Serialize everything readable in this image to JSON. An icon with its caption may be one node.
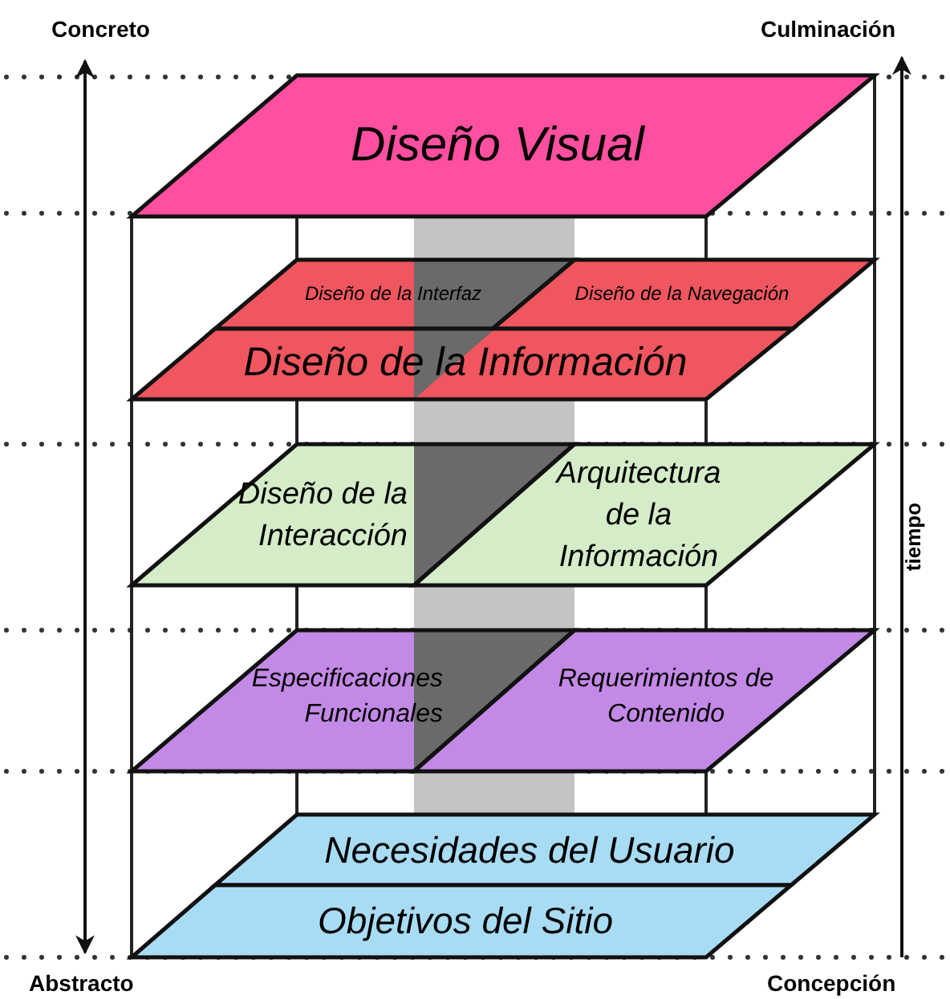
{
  "diagram": {
    "nodes": [
      {
        "text": [
          "Diseño Visual"
        ]
      },
      {
        "text": [
          "Diseño de la Interfaz"
        ]
      },
      {
        "text": [
          "Diseño de la Navegación"
        ]
      },
      {
        "text": [
          "Diseño de la Información"
        ]
      },
      {
        "text": [
          "Diseño de la Interacción"
        ]
      },
      {
        "text": [
          "Arquitectura de la Información"
        ]
      },
      {
        "text": [
          "Especificaciones Funcionales"
        ]
      },
      {
        "text": [
          "Requerimientos de Contenido"
        ]
      },
      {
        "text": [
          "Necesidades del Usuario"
        ]
      },
      {
        "text": [
          "Objetivos del Sitio"
        ]
      },
      {
        "text": [],
        "shape": "bar"
      }
    ],
    "labels": [
      "Concreto",
      "Culminación",
      "tiempo",
      "Abstracto",
      "Concepción"
    ]
  }
}
